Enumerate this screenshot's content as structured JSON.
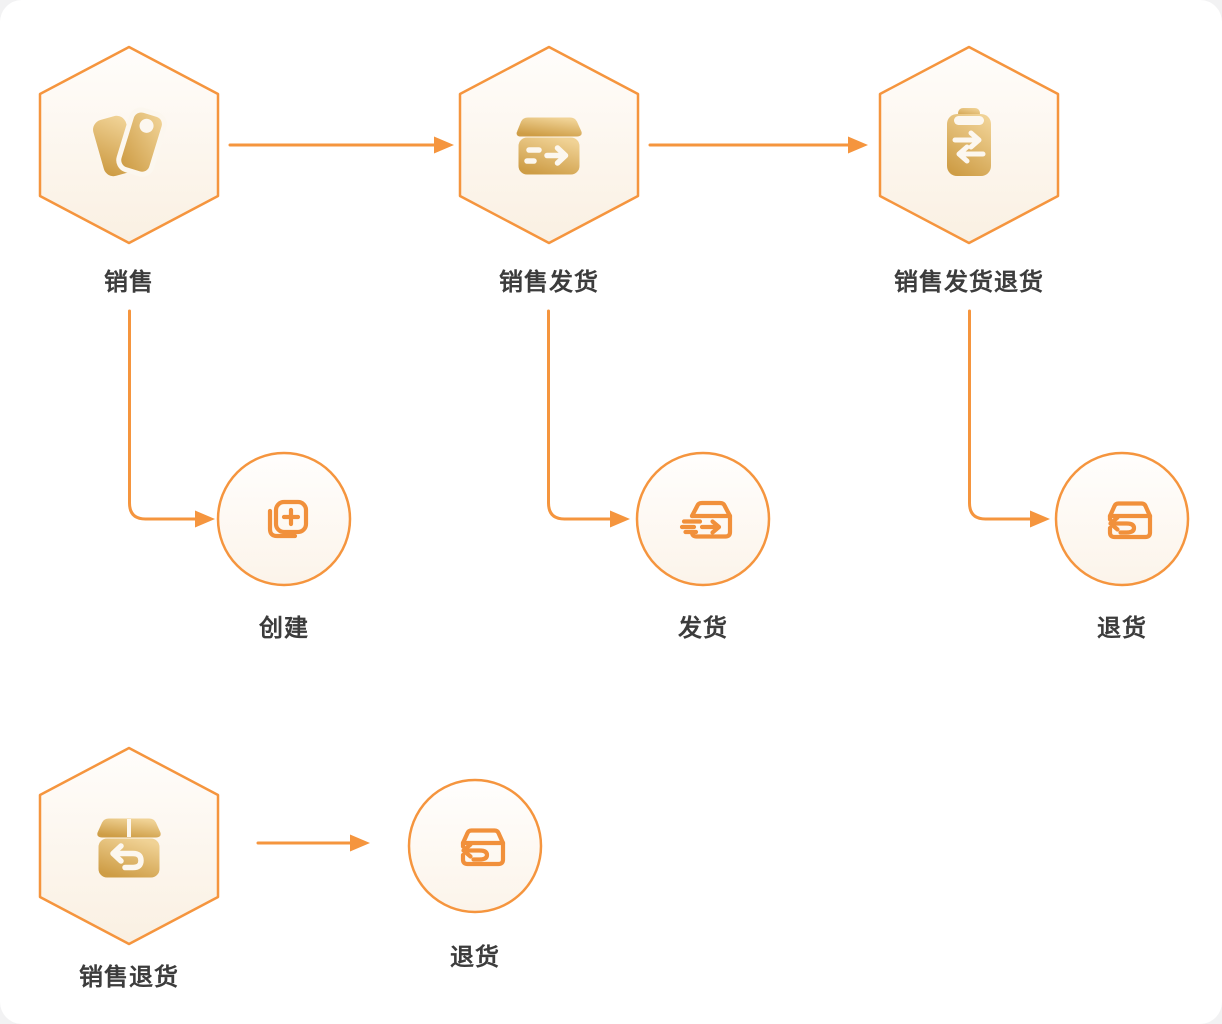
{
  "diagram": {
    "name": "sales-process-flow",
    "colors": {
      "accent_orange": "#F5953E",
      "icon_stroke_orange": "#F1903B",
      "gold_light": "#F0D295",
      "gold_dark": "#CE9D46",
      "label_text": "#3C3C3C",
      "hexagon_fill_top": "#FFFDFB",
      "hexagon_fill_bottom": "#FAF0E2",
      "circle_fill_top": "#FFFEFD",
      "circle_fill_bottom": "#FCF4EA"
    },
    "nodes": [
      {
        "id": "sales",
        "shape": "hexagon",
        "icon": "price-tags-icon",
        "label": "销售"
      },
      {
        "id": "sales-delivery",
        "shape": "hexagon",
        "icon": "delivery-box-icon",
        "label": "销售发货"
      },
      {
        "id": "sales-delivery-return",
        "shape": "hexagon",
        "icon": "clipboard-transfer-icon",
        "label": "销售发货退货"
      },
      {
        "id": "create-action",
        "shape": "circle",
        "icon": "create-plus-icon",
        "label": "创建"
      },
      {
        "id": "deliver-action",
        "shape": "circle",
        "icon": "deliver-box-outline-icon",
        "label": "发货"
      },
      {
        "id": "return-action-top",
        "shape": "circle",
        "icon": "return-box-outline-icon",
        "label": "退货"
      },
      {
        "id": "sales-return",
        "shape": "hexagon",
        "icon": "return-box-filled-icon",
        "label": "销售退货"
      },
      {
        "id": "return-action-bottom",
        "shape": "circle",
        "icon": "return-box-outline-icon",
        "label": "退货"
      }
    ],
    "edges": [
      {
        "from": "sales",
        "to": "sales-delivery",
        "type": "straight"
      },
      {
        "from": "sales-delivery",
        "to": "sales-delivery-return",
        "type": "straight"
      },
      {
        "from": "sales",
        "to": "create-action",
        "type": "elbow"
      },
      {
        "from": "sales-delivery",
        "to": "deliver-action",
        "type": "elbow"
      },
      {
        "from": "sales-delivery-return",
        "to": "return-action-top",
        "type": "elbow"
      },
      {
        "from": "sales-return",
        "to": "return-action-bottom",
        "type": "straight"
      }
    ]
  }
}
